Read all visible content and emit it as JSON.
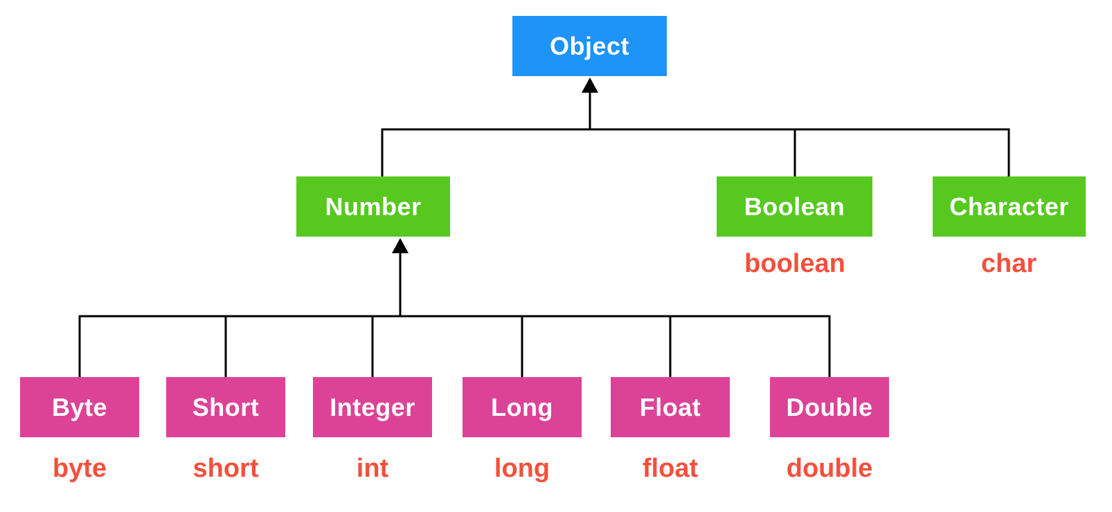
{
  "colors": {
    "root_box": "#1E93F8",
    "class_box": "#57C820",
    "wrapper_box": "#DC4397",
    "primitive_text": "#F4503C",
    "node_text": "#FFFFFF",
    "connector_line": "#000000",
    "background": "#FFFFFF"
  },
  "tree": {
    "root": {
      "label": "Object"
    },
    "branches": [
      {
        "label": "Number"
      },
      {
        "label": "Boolean",
        "primitive": "boolean"
      },
      {
        "label": "Character",
        "primitive": "char"
      }
    ],
    "number_children": [
      {
        "label": "Byte",
        "primitive": "byte"
      },
      {
        "label": "Short",
        "primitive": "short"
      },
      {
        "label": "Integer",
        "primitive": "int"
      },
      {
        "label": "Long",
        "primitive": "long"
      },
      {
        "label": "Float",
        "primitive": "float"
      },
      {
        "label": "Double",
        "primitive": "double"
      }
    ]
  }
}
